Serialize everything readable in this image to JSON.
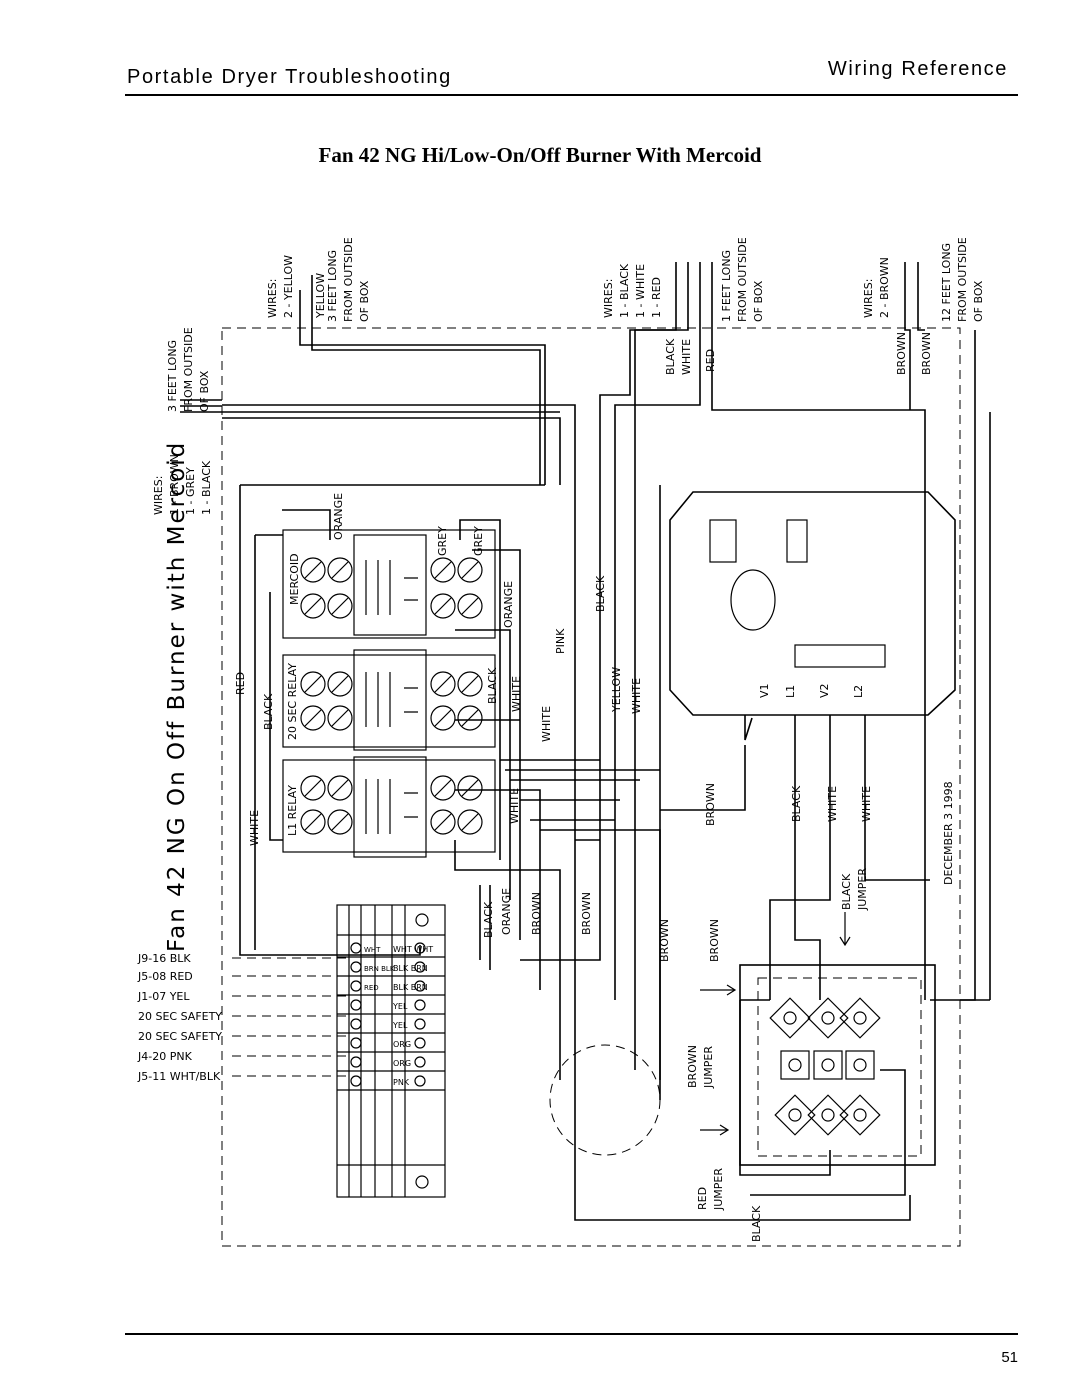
{
  "header": {
    "left": "Portable Dryer Troubleshooting",
    "right": "Wiring Reference"
  },
  "title": "Fan 42 NG Hi/Low-On/Off Burner With Mercoid",
  "page_number": "51",
  "diagram": {
    "vertical_title": "Fan 42 NG On Off Burner with Mercoid",
    "date": "DECEMBER 3 1998",
    "wire_groups": [
      {
        "lines": [
          "WIRES:",
          "1 - BROWN",
          "1 - GREY",
          "1 - BLACK"
        ]
      },
      {
        "lines": [
          "3 FEET LONG",
          "FROM OUTSIDE",
          "OF BOX"
        ]
      },
      {
        "lines": [
          "WIRES:",
          "2 - YELLOW"
        ]
      },
      {
        "lines": [
          "3 FEET LONG",
          "FROM OUTSIDE",
          "OF BOX"
        ]
      },
      {
        "lines": [
          "WIRES:",
          "1 - BLACK",
          "1 - WHITE",
          "1 - RED"
        ]
      },
      {
        "lines": [
          "1 FEET LONG",
          "FROM OUTSIDE",
          "OF BOX"
        ]
      },
      {
        "lines": [
          "WIRES:",
          "2 - BROWN"
        ]
      },
      {
        "lines": [
          "12 FEET LONG",
          "FROM OUTSIDE",
          "OF BOX"
        ]
      }
    ],
    "relays": [
      "MERCOID",
      "20 SEC RELAY",
      "L1 RELAY"
    ],
    "control_terminals": [
      "V1",
      "L1",
      "V2",
      "L2"
    ],
    "terminal_strip": {
      "left_tags": [
        "WHT",
        "BRN BLK",
        "RED",
        "",
        "",
        "",
        ""
      ],
      "right_tags": [
        "WHT WHT",
        "BLK BRN",
        "BLK BRN",
        "YEL",
        "YEL",
        "ORG",
        "ORG",
        "PNK"
      ]
    },
    "connections": [
      "J9-16  BLK",
      "J5-08  RED",
      "J1-07  YEL",
      "20 SEC SAFETY",
      "20 SEC SAFETY",
      "J4-20  PNK",
      "J5-11  WHT/BLK"
    ],
    "jumpers": [
      {
        "lines": [
          "BLACK",
          "JUMPER"
        ]
      },
      {
        "lines": [
          "BROWN",
          "JUMPER"
        ]
      },
      {
        "lines": [
          "RED",
          "JUMPER"
        ]
      }
    ],
    "wire_labels": {
      "red": "RED",
      "black": "BLACK",
      "white": "WHITE",
      "orange": "ORANGE",
      "grey": "GREY",
      "pink": "PINK",
      "yellow": "YELLOW",
      "brown": "BROWN"
    }
  }
}
